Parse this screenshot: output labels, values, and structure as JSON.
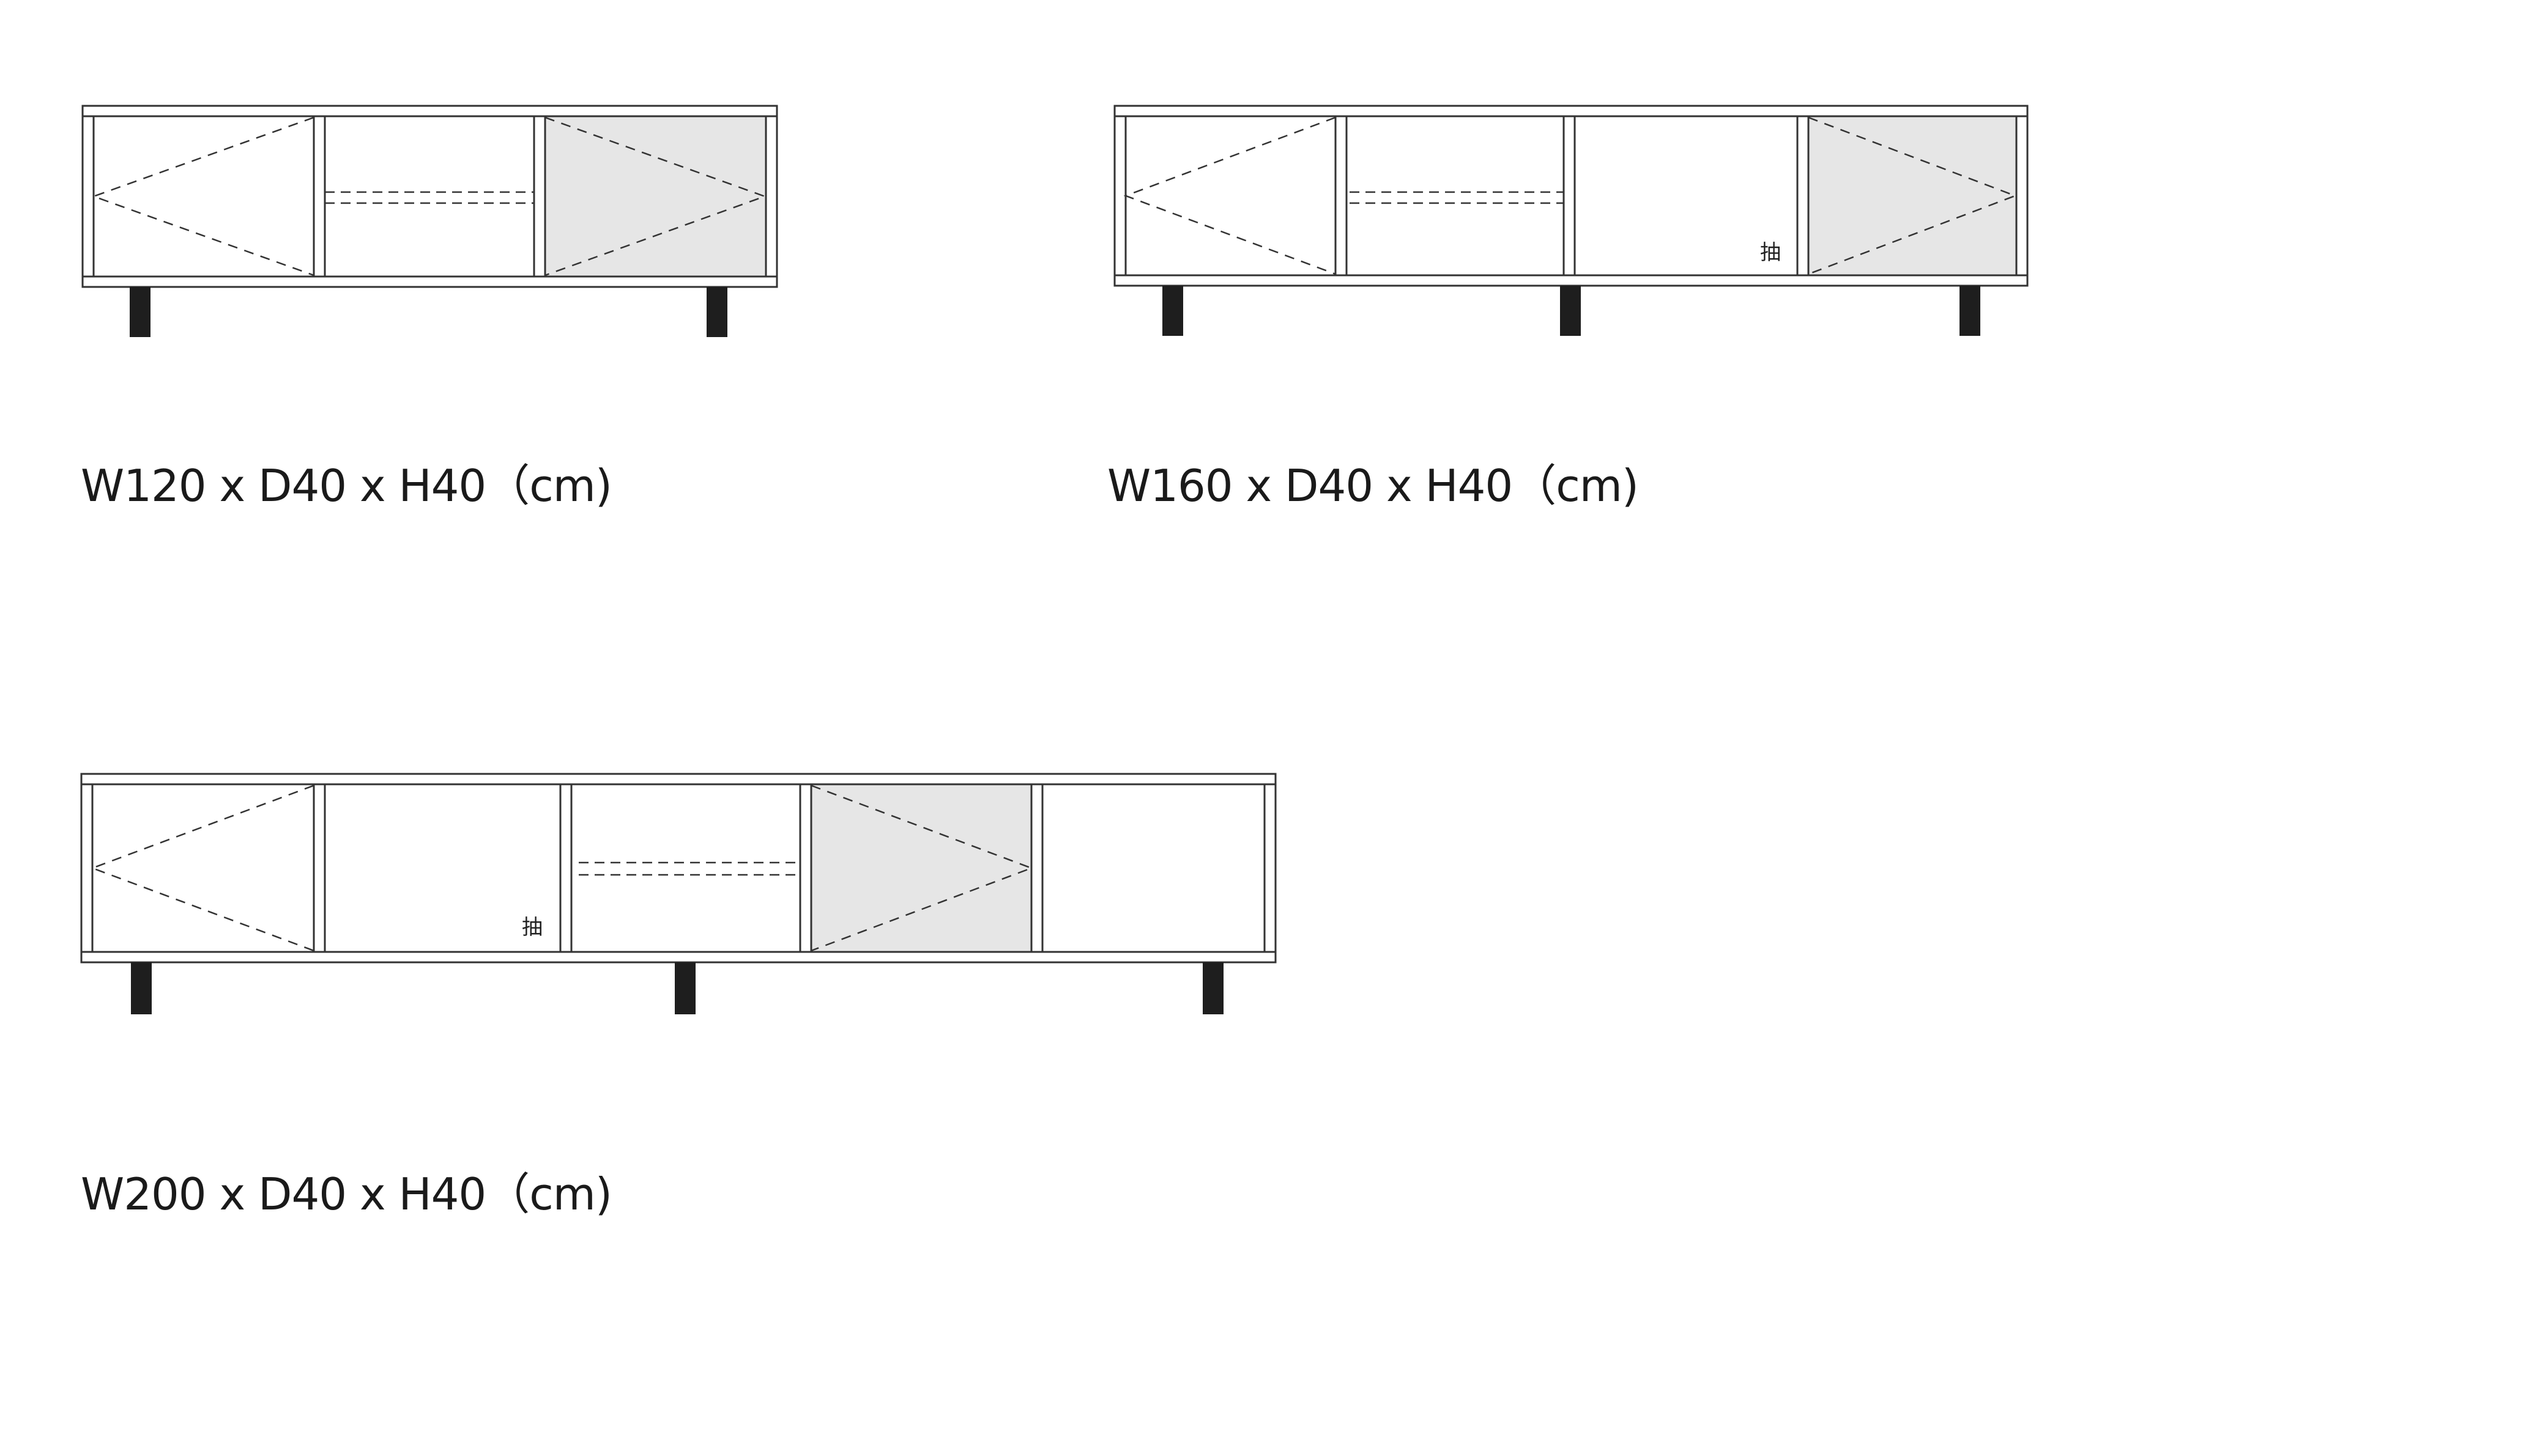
{
  "cabinets": [
    {
      "id": "w120",
      "label": "W120 x D40 x H40（cm)"
    },
    {
      "id": "w160",
      "label": "W160 x D40 x H40（cm)",
      "drawer_mark": "抽"
    },
    {
      "id": "w200",
      "label": "W200 x D40 x H40（cm)",
      "drawer_mark": "抽"
    }
  ],
  "colors": {
    "line": "#333333",
    "shaded_door": "#e6e6e6",
    "legs": "#1e1e1e"
  }
}
